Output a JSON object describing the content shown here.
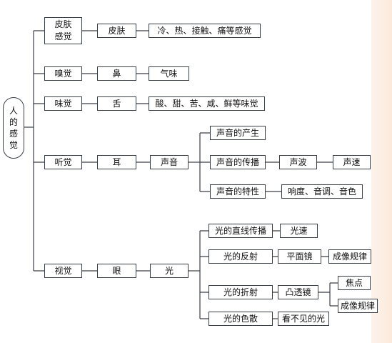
{
  "colors": {
    "line": "#3a3f46",
    "box_border": "#3a3f46",
    "background": "#ffffff",
    "edge_tint": "#fbeadb"
  },
  "root": {
    "label": "人的感觉"
  },
  "senses": {
    "skin": {
      "sense": "皮肤\n感觉",
      "organ": "皮肤",
      "detail": "冷、热、接触、痛等感觉"
    },
    "smell": {
      "sense": "嗅觉",
      "organ": "鼻",
      "detail": "气味"
    },
    "taste": {
      "sense": "味觉",
      "organ": "舌",
      "detail": "酸、甜、苦、咸、鲜等味觉"
    },
    "hearing": {
      "sense": "听觉",
      "organ": "耳",
      "stimulus": "声音",
      "branches": {
        "origin": "声音的产生",
        "propagation": "声音的传播",
        "wave": "声波",
        "speed": "声速",
        "properties": "声音的特性",
        "properties_detail": "响度、音调、音色"
      }
    },
    "vision": {
      "sense": "视觉",
      "organ": "眼",
      "stimulus": "光",
      "branches": {
        "straight": "光的直线传播",
        "light_speed": "光速",
        "reflection": "光的反射",
        "plane_mirror": "平面镜",
        "mirror_imaging": "成像规律",
        "refraction": "光的折射",
        "convex_lens": "凸透镜",
        "focus": "焦点",
        "lens_imaging": "成像规律",
        "dispersion": "光的色散",
        "invisible_light": "看不见的光"
      }
    }
  }
}
